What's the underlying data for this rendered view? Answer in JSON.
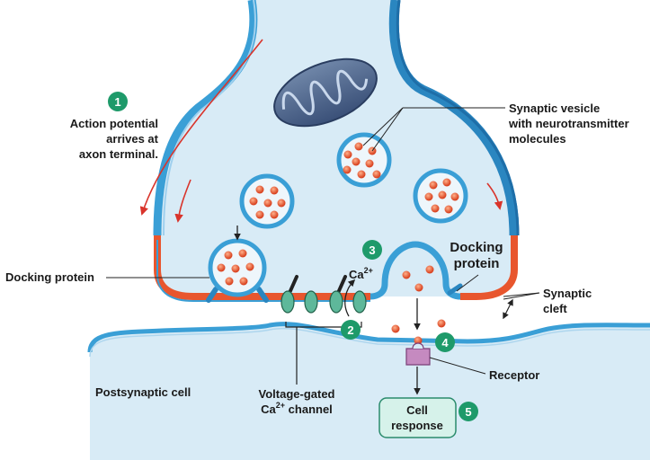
{
  "labels": {
    "action_potential": [
      "Action potential",
      "arrives at",
      "axon terminal."
    ],
    "synaptic_vesicle": [
      "Synaptic vesicle",
      "with neurotransmitter",
      "molecules"
    ],
    "docking_protein_left": "Docking protein",
    "docking_protein_right": [
      "Docking",
      "protein"
    ],
    "calcium": "Ca",
    "calcium_sup": "2+",
    "synaptic_cleft": [
      "Synaptic",
      "cleft"
    ],
    "receptor": "Receptor",
    "postsynaptic_cell": "Postsynaptic cell",
    "voltage_gated_line1": "Voltage-gated",
    "voltage_gated_line2_a": "Ca",
    "voltage_gated_line2_sup": "2+",
    "voltage_gated_line2_b": " channel",
    "cell_response": [
      "Cell",
      "response"
    ]
  },
  "steps": [
    "1",
    "2",
    "3",
    "4",
    "5"
  ],
  "colors": {
    "cell_fill": "#d8ebf6",
    "membrane": "#3a9fd6",
    "membrane_dark": "#1e6ea8",
    "active_membrane": "#e8562e",
    "neurotransmitter": "#e8542b",
    "step_badge": "#1e9a6a",
    "channel": "#5eb89a",
    "receptor": "#c58ac0",
    "response_box": "#d6f2ea",
    "arrow_red": "#d9342b"
  }
}
